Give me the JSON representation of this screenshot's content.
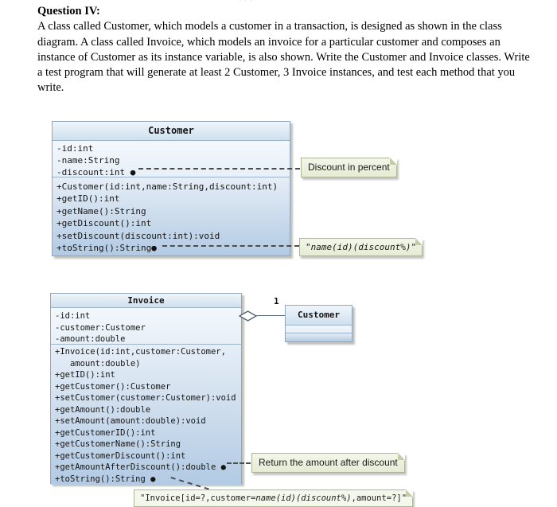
{
  "page": {
    "top_dots": "···"
  },
  "question": {
    "heading": "Question IV:",
    "body": "A class called Customer, which models a customer in a transaction, is designed as shown in the class diagram. A class called Invoice, which models an invoice for a particular customer and composes an instance of Customer as its instance variable, is also shown. Write the Customer and Invoice classes. Write a test program that will generate at least 2 Customer, 3 Invoice instances, and test each method that you write."
  },
  "uml": {
    "customer_class": {
      "title": "Customer",
      "attributes": [
        "-id:int",
        "-name:String",
        "-discount:int ●"
      ],
      "methods": [
        "+Customer(id:int,name:String,discount:int)",
        "+getID():int",
        "+getName():String",
        "+getDiscount():int",
        "+setDiscount(discount:int):void",
        "+toString():String●"
      ]
    },
    "invoice_class": {
      "title": "Invoice",
      "attributes": [
        "-id:int",
        "-customer:Customer",
        "-amount:double"
      ],
      "methods": [
        "+Invoice(id:int,customer:Customer,",
        "   amount:double)",
        "+getID():int",
        "+getCustomer():Customer",
        "+setCustomer(customer:Customer):void",
        "+getAmount():double",
        "+setAmount(amount:double):void",
        "+getCustomerID():int",
        "+getCustomerName():String",
        "+getCustomerDiscount():int",
        "+getAmountAfterDiscount():double ●",
        "+toString():String ●"
      ]
    },
    "customer_ref": {
      "title": "Customer"
    },
    "aggregation": {
      "multiplicity": "1"
    },
    "notes": {
      "discount": "Discount in percent",
      "customer_tostring": "\"name(id)(discount%)\"",
      "amount_after_discount": "Return the amount after discount",
      "invoice_tostring_pre": "\"Invoice[id=?,customer=",
      "invoice_tostring_italic": "name(id)(discount%)",
      "invoice_tostring_post": ",amount=?]\""
    }
  }
}
